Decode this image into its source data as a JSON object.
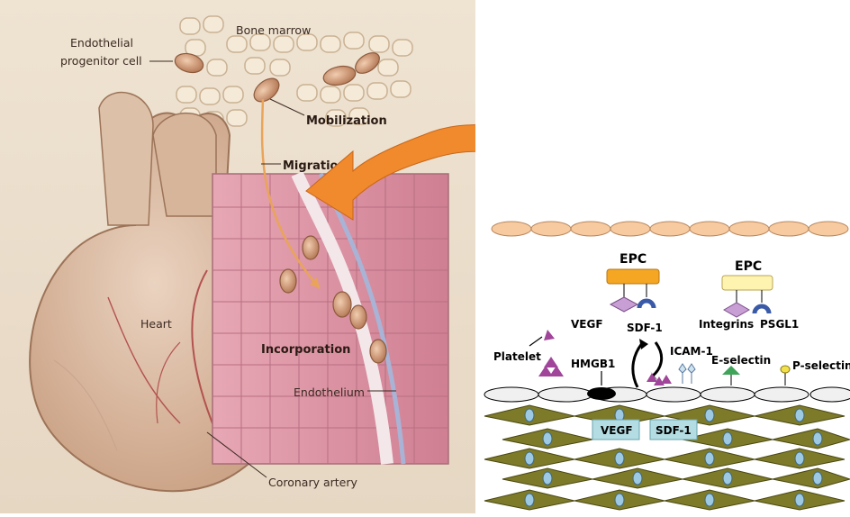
{
  "illustration": {
    "labels": {
      "bone_marrow": "Bone marrow",
      "epc_line1": "Endothelial",
      "epc_line2": "progenitor cell",
      "mobilization": "Mobilization",
      "migration": "Migration",
      "heart": "Heart",
      "incorporation": "Incorporation",
      "endothelium": "Endothelium",
      "coronary_artery": "Coronary artery"
    }
  },
  "schematic": {
    "epc_left": {
      "title": "EPC",
      "receptor_label": "VEGF"
    },
    "epc_right": {
      "title": "EPC",
      "receptor1_label": "Integrins",
      "receptor2_label": "PSGL1"
    },
    "labels": {
      "sdf1_top": "SDF-1",
      "platelet": "Platelet",
      "hmgb1": "HMGB1",
      "icam1": "ICAM-1",
      "e_selectin": "E-selectin",
      "p_selectin": "P-selectin"
    },
    "boxes": {
      "vegf": "VEGF",
      "sdf1": "SDF-1"
    },
    "colors": {
      "epc_left_fill": "#f5a623",
      "epc_right_fill": "#fff3b0",
      "receptor_purple": "#c89fd4",
      "hook_blue": "#3a5aa8",
      "platelet_purple": "#a0459a",
      "smooth_muscle": "#7d7a2a",
      "nucleus": "#9ec9e3",
      "box_fill": "#b4dde3",
      "arrow_orange": "#f08a2c",
      "top_cells": "#f7caa0"
    }
  }
}
